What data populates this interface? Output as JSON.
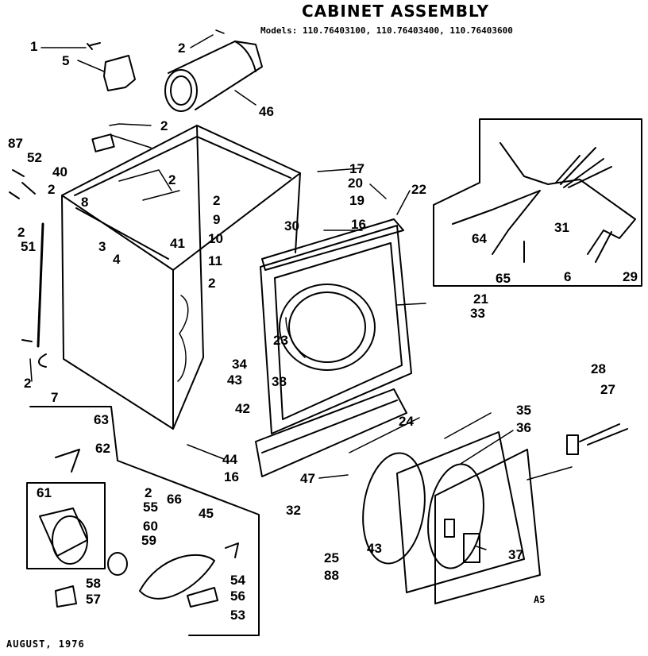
{
  "header": {
    "title": "CABINET ASSEMBLY",
    "models": "Models: 110.76403100, 110.76403400, 110.76403600"
  },
  "footer": {
    "date": "AUGUST, 1976",
    "code": "A5"
  },
  "callouts": {
    "c1": "1",
    "c5": "5",
    "c2a": "2",
    "c46": "46",
    "c2b": "2",
    "c87": "87",
    "c52": "52",
    "c40": "40",
    "c2c": "2",
    "c2d": "2",
    "c8": "8",
    "c3": "3",
    "c4": "4",
    "c41": "41",
    "c2e": "2",
    "c51": "51",
    "c17": "17",
    "c20": "20",
    "c22": "22",
    "c2f": "2",
    "c19": "19",
    "c9": "9",
    "c30": "30",
    "c16a": "16",
    "c10": "10",
    "c11": "11",
    "c2g": "2",
    "c21": "21",
    "c33": "33",
    "c23": "23",
    "c2h": "2",
    "c7": "7",
    "c34": "34",
    "c43a": "43",
    "c38": "38",
    "c42": "42",
    "c24": "24",
    "c44": "44",
    "c16b": "16",
    "c31": "31",
    "c64": "64",
    "c29": "29",
    "c65": "65",
    "c6": "6",
    "c28": "28",
    "c27": "27",
    "c35": "35",
    "c36": "36",
    "c47": "47",
    "c32": "32",
    "c63": "63",
    "c62": "62",
    "c61": "61",
    "c2i": "2",
    "c66": "66",
    "c55": "55",
    "c45": "45",
    "c60": "60",
    "c59": "59",
    "c58": "58",
    "c57": "57",
    "c54": "54",
    "c56": "56",
    "c53": "53",
    "c25": "25",
    "c43b": "43",
    "c88": "88",
    "c37": "37"
  }
}
